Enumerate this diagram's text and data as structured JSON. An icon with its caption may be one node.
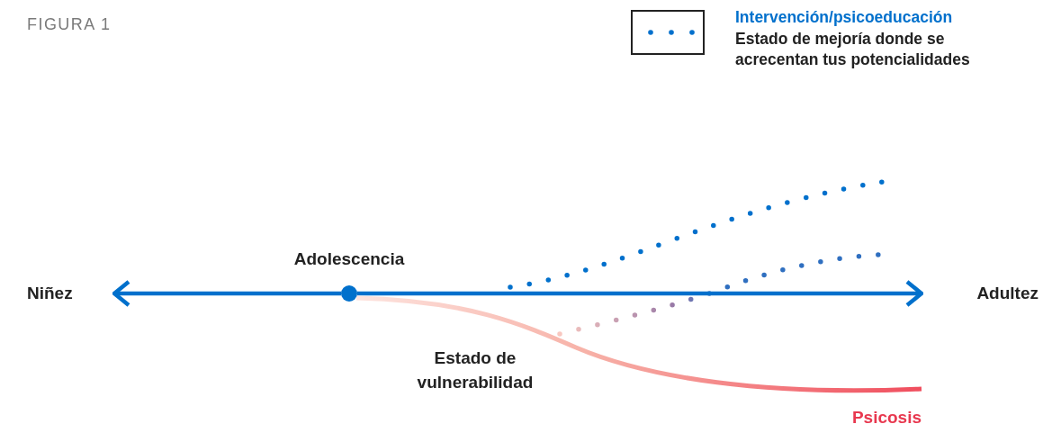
{
  "diagram": {
    "title": "FIGURA 1",
    "nodes": [
      {
        "text": [
          "Niñez"
        ]
      },
      {
        "text": [
          "Adultez"
        ]
      },
      {
        "text": [],
        "shape": "circle",
        "beside": [
          "Adolescencia"
        ]
      },
      {
        "text": [
          "Estado de vulnerabilidad"
        ]
      },
      {
        "text": [
          "Psicosis"
        ]
      }
    ],
    "edges": [
      {
        "from": 2,
        "to": 0,
        "arrow": "to"
      },
      {
        "from": 2,
        "to": 1,
        "arrow": "to"
      },
      {
        "from": 2,
        "to": 4,
        "arrow": "none",
        "color": "#f04e5e",
        "style": "thick"
      }
    ],
    "legend": [
      {
        "text": "Intervención/psicoeducación"
      },
      {
        "text": "Estado de mejoría donde se acrecentan tus potencialidades"
      }
    ]
  }
}
